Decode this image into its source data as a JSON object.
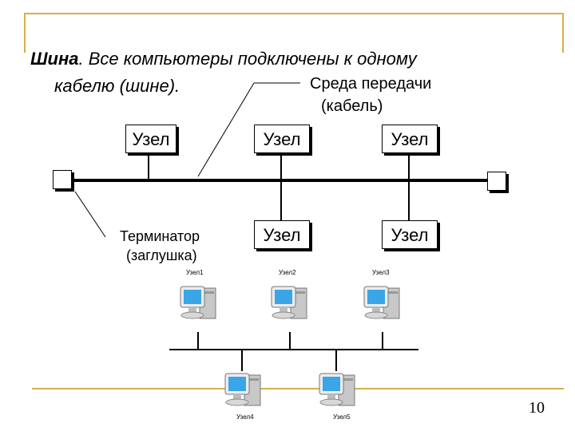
{
  "slide": {
    "title_bold": "Шина",
    "title_rest": ". Все компьютеры подключены к одному",
    "title_line2": "кабелю (шине).",
    "medium_label_line1": "Среда передачи",
    "medium_label_line2": "(кабель)",
    "terminator_label_line1": "Терминатор",
    "terminator_label_line2": "(заглушка)",
    "page_number": "10"
  },
  "diagram": {
    "nodes": [
      "Узел",
      "Узел",
      "Узел",
      "Узел",
      "Узел"
    ]
  },
  "network": {
    "pcs": [
      "Узел1",
      "Узел2",
      "Узел3",
      "Узел4",
      "Узел5"
    ]
  },
  "colors": {
    "frame": "#d4b04a",
    "monitor_screen": "#3aa6e8",
    "case": "#c8c8c8"
  }
}
